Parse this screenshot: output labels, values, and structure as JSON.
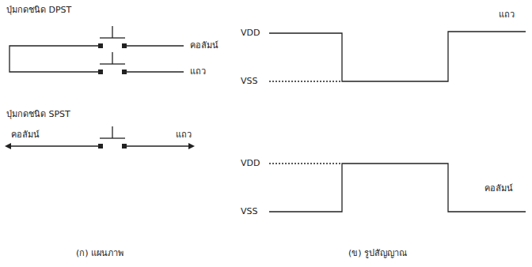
{
  "diagram": {
    "labels": [
      "ปุ่มกดชนิด DPST",
      "คอลัมน์",
      "แถว",
      "ปุ่มกดชนิด SPST",
      "คอลัมน์",
      "แถว",
      "VDD",
      "VSS",
      "แถว",
      "VDD",
      "VSS",
      "คอลัมน์",
      "(ก) แผนภาพ",
      "(ข) รูปสัญญาณ"
    ]
  }
}
